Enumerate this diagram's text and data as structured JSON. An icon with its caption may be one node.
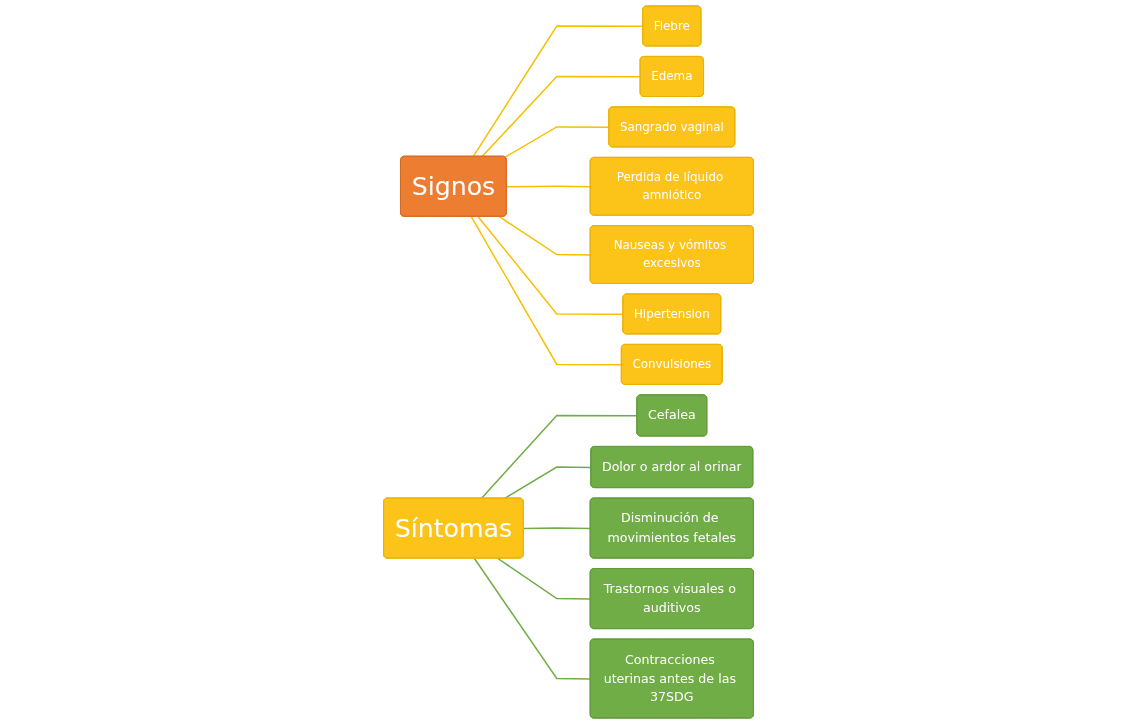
{
  "diagram": {
    "nodes": [
      {
        "text": [
          "Signos"
        ]
      },
      {
        "text": [
          "Fiebre"
        ]
      },
      {
        "text": [
          "Edema"
        ]
      },
      {
        "text": [
          "Sangrado vaginal"
        ]
      },
      {
        "text": [
          "Perdida de líquido amniótico"
        ]
      },
      {
        "text": [
          "Nauseas y vómitos excesivos"
        ]
      },
      {
        "text": [
          "Hipertension"
        ]
      },
      {
        "text": [
          "Convulsiones"
        ]
      },
      {
        "text": [
          "Síntomas"
        ]
      },
      {
        "text": [
          "Cefalea"
        ]
      },
      {
        "text": [
          "Dolor o ardor al orinar"
        ]
      },
      {
        "text": [
          "Disminución de movimientos fetales"
        ]
      },
      {
        "text": [
          "Trastornos visuales o auditivos"
        ]
      },
      {
        "text": [
          "Contracciones uterinas antes de las 37SDG"
        ]
      }
    ],
    "edges": [
      {
        "from": 0,
        "to": 1,
        "arrow": "none",
        "color": "#f5c000"
      },
      {
        "from": 0,
        "to": 2,
        "arrow": "none",
        "color": "#f5c000"
      },
      {
        "from": 0,
        "to": 3,
        "arrow": "none",
        "color": "#f5c000"
      },
      {
        "from": 0,
        "to": 4,
        "arrow": "none",
        "color": "#f5c000"
      },
      {
        "from": 0,
        "to": 5,
        "arrow": "none",
        "color": "#f5c000"
      },
      {
        "from": 0,
        "to": 6,
        "arrow": "none",
        "color": "#f5c000"
      },
      {
        "from": 0,
        "to": 7,
        "arrow": "none",
        "color": "#f5c000"
      },
      {
        "from": 8,
        "to": 9,
        "arrow": "none",
        "color": "#70ad47"
      },
      {
        "from": 8,
        "to": 10,
        "arrow": "none",
        "color": "#70ad47"
      },
      {
        "from": 8,
        "to": 11,
        "arrow": "none",
        "color": "#70ad47"
      },
      {
        "from": 8,
        "to": 12,
        "arrow": "none",
        "color": "#70ad47"
      },
      {
        "from": 8,
        "to": 13,
        "arrow": "none",
        "color": "#70ad47"
      }
    ]
  }
}
